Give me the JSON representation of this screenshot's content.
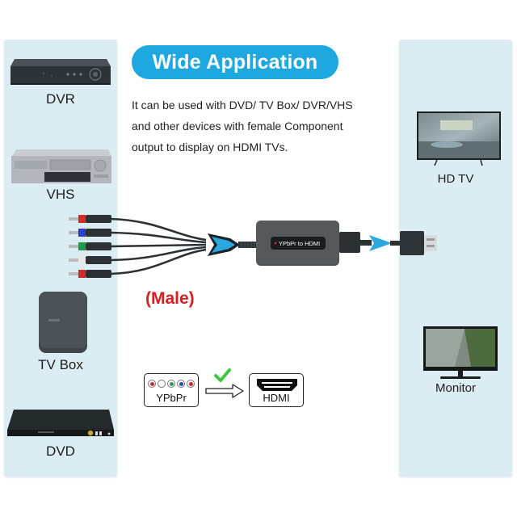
{
  "header": {
    "title": "Wide Application",
    "description_lines": [
      "It can be used with DVD/ TV Box/ DVR/VHS",
      "and other devices with female Component",
      "output to display on HDMI TVs."
    ]
  },
  "sources": [
    {
      "label": "DVR",
      "icon": "dvr-device-icon"
    },
    {
      "label": "VHS",
      "icon": "vhs-player-icon"
    },
    {
      "label": "TV Box",
      "icon": "tv-box-icon"
    },
    {
      "label": "DVD",
      "icon": "dvd-player-icon"
    }
  ],
  "displays": [
    {
      "label": "HD TV",
      "icon": "hd-tv-icon"
    },
    {
      "label": "Monitor",
      "icon": "monitor-icon"
    }
  ],
  "product": {
    "converter_label": "YPbPr to HDMI",
    "connector_type": "(Male)",
    "rca_plug_colors": [
      "#d32a2a",
      "#2a3fd0",
      "#1e9a4a",
      "#e8e8e8",
      "#d32a2a"
    ]
  },
  "conversion": {
    "from_label": "YPbPr",
    "to_label": "HDMI",
    "dot_colors": [
      "#c0303a",
      "#ffffff",
      "#2a9a55",
      "#2a48b8",
      "#d0202a"
    ],
    "check_color": "#3cc840"
  },
  "colors": {
    "accent": "#1fa8e0",
    "panel_bg": "#dcecf3",
    "male_text": "#d42020"
  }
}
